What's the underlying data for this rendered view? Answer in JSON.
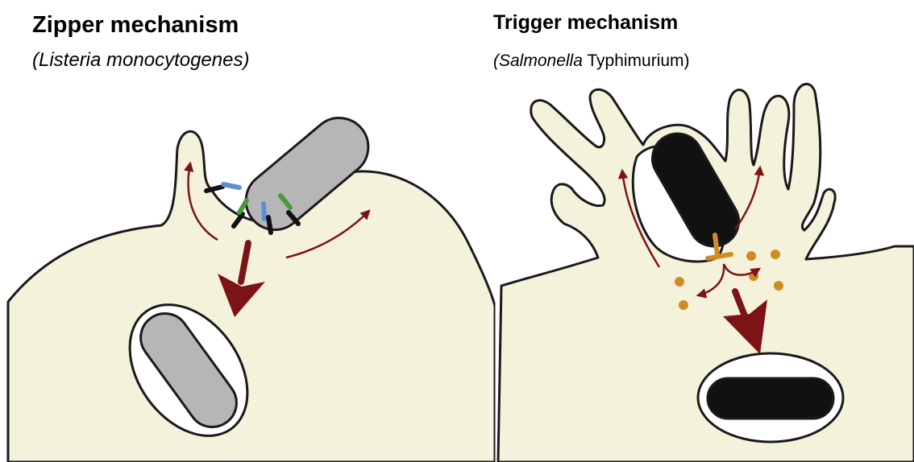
{
  "panels": {
    "zipper": {
      "title": "Zipper mechanism",
      "subtitle": "(Listeria monocytogenes)"
    },
    "trigger": {
      "title": "Trigger mechanism",
      "subtitle_italic": "(Salmonella",
      "subtitle_plain": " Typhimurium)"
    }
  },
  "colors": {
    "cell": "#f5f2dc",
    "outline": "#1a1a1a",
    "listeria": "#b6b6b9",
    "salmonella": "#111111",
    "arrow": "#7c1416",
    "effector": "#d08c22",
    "receptor_blue": "#5b8fd6",
    "receptor_green": "#4b9a3a",
    "receptor_black": "#111111"
  }
}
